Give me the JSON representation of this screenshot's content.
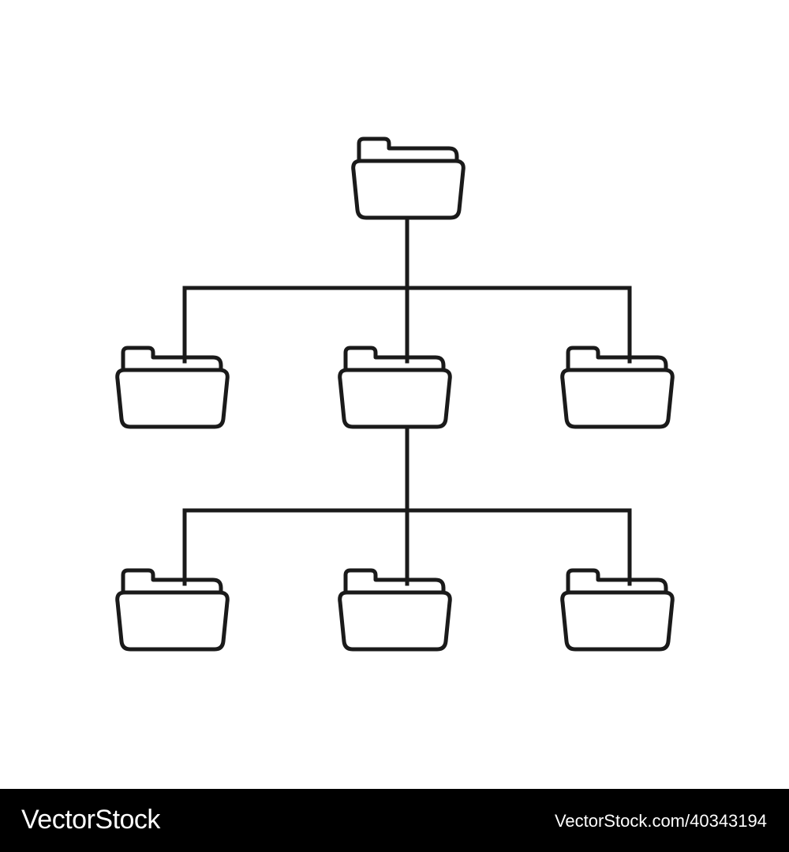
{
  "diagram": {
    "type": "folder-hierarchy",
    "stroke_color": "#1a1a1a",
    "background": "#ffffff",
    "nodes": [
      {
        "id": "root",
        "icon": "folder-icon",
        "level": 0,
        "column": "center"
      },
      {
        "id": "child-left",
        "icon": "folder-icon",
        "level": 1,
        "column": "left",
        "parent": "root"
      },
      {
        "id": "child-center",
        "icon": "folder-icon",
        "level": 1,
        "column": "center",
        "parent": "root"
      },
      {
        "id": "child-right",
        "icon": "folder-icon",
        "level": 1,
        "column": "right",
        "parent": "root"
      },
      {
        "id": "grandchild-left",
        "icon": "folder-icon",
        "level": 2,
        "column": "left",
        "parent": "child-center"
      },
      {
        "id": "grandchild-center",
        "icon": "folder-icon",
        "level": 2,
        "column": "center",
        "parent": "child-center"
      },
      {
        "id": "grandchild-right",
        "icon": "folder-icon",
        "level": 2,
        "column": "right",
        "parent": "child-center"
      }
    ]
  },
  "footer": {
    "background": "#000000",
    "text_color": "#ffffff",
    "brand": "VectorStock",
    "image_id": "VectorStock.com/40343194"
  }
}
